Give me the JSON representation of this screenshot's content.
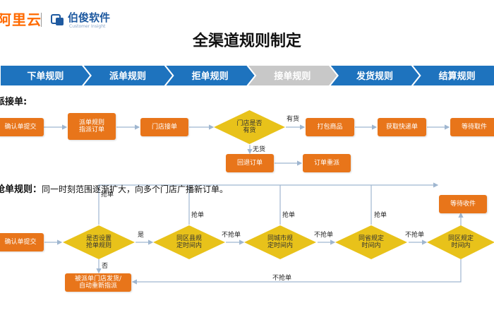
{
  "header": {
    "logo_aliyun": "阿里云",
    "logo_bojun": "伯俊软件",
    "logo_bojun_sub": "Customer Insight",
    "title": "全渠道规则制定"
  },
  "steps": [
    {
      "label": "下单规则",
      "active": true
    },
    {
      "label": "派单规则",
      "active": true
    },
    {
      "label": "拒单规则",
      "active": true
    },
    {
      "label": "接单规则",
      "active": false
    },
    {
      "label": "发货规则",
      "active": true
    },
    {
      "label": "结算规则",
      "active": true
    }
  ],
  "colors": {
    "step_active": "#1e73be",
    "step_inactive": "#c8c8c8",
    "box": "#e8751a",
    "diamond": "#e8c21a",
    "line": "#9fb6d0"
  },
  "flow1": {
    "section_title": "派接单:",
    "boxes": {
      "confirm": "确认单提交",
      "dispatch": "派单规则\n指派订单",
      "store_accept": "门店接单",
      "pack": "打包商品",
      "express": "获取快递单",
      "wait_pickup": "等待取件",
      "return_order": "回退订单",
      "reassign": "订单重派"
    },
    "diamond": "门店是否\n有货",
    "labels": {
      "yes": "有货",
      "no": "无货"
    }
  },
  "flow2": {
    "section_title": "抢单规则：",
    "description": "同一时刻范围逐渐扩大，向多个门店广播新订单。",
    "boxes": {
      "confirm": "确认单提交",
      "wait_receive": "等待收件",
      "assigned": "被派单门店发货/\n自动重新指派"
    },
    "diamonds": [
      "是否设置\n抢单规则",
      "同区县规\n定时间内",
      "同城市规\n定时间内",
      "同省规定\n时间内",
      "同区规定\n时间内"
    ],
    "labels": {
      "grab": "抢单",
      "yes": "是",
      "no": "否",
      "no_grab": "不抢单"
    }
  }
}
